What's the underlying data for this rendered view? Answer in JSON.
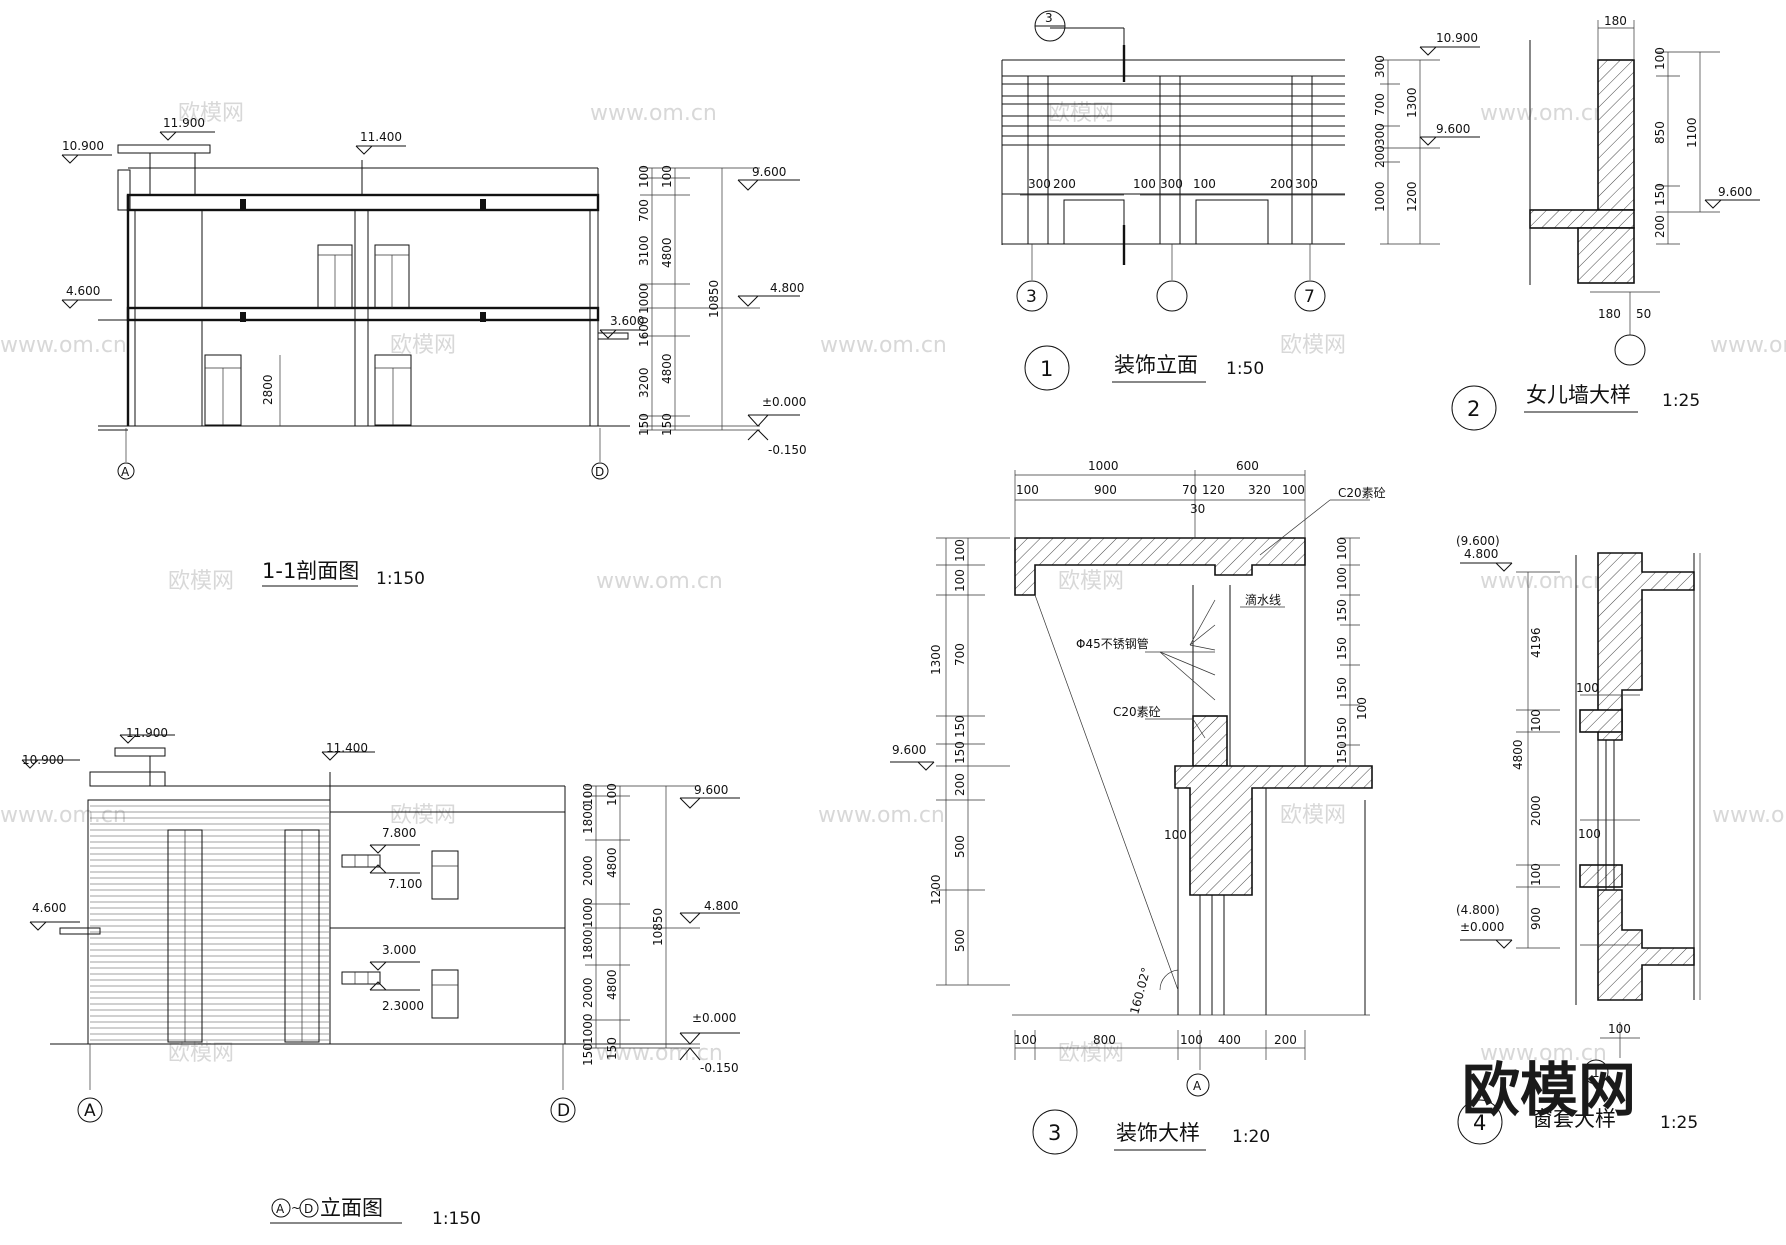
{
  "watermarks": {
    "logo_text": "欧模网",
    "url_text": "www.om.cn",
    "corner_logo": "欧模网"
  },
  "section_1_1": {
    "title": "1-1剖面图",
    "scale": "1:150",
    "elev_top": "11.900",
    "elev_left_top": "10.900",
    "elev_mid_top": "11.400",
    "elev_left_mid": "4.600",
    "elev_canopy": "3.600",
    "door_height": "2800",
    "axis_a": "A",
    "axis_d": "D",
    "dims_col1": [
      "100",
      "700",
      "3100",
      "1000",
      "1600",
      "3200",
      "150"
    ],
    "dims_col2": [
      "100",
      "4800",
      "4800",
      "150"
    ],
    "dims_total": "10850",
    "elev_right": [
      "9.600",
      "4.800",
      "±0.000",
      "-0.150"
    ]
  },
  "elevation_a_d": {
    "title_prefix_a": "A",
    "title_sep": "~",
    "title_prefix_d": "D",
    "title": "立面图",
    "scale": "1:150",
    "elev_top": "11.900",
    "elev_left_top": "10.900",
    "elev_mid_top": "11.400",
    "elev_left_mid": "4.600",
    "elev_win_upper_top": "7.800",
    "elev_win_upper_bottom": "7.100",
    "elev_win_lower_top": "3.000",
    "elev_win_lower_bottom": "2.3000",
    "axis_a": "A",
    "axis_d": "D",
    "dims_col1": [
      "100",
      "1800",
      "2000",
      "1000",
      "1800",
      "2000",
      "1000",
      "150"
    ],
    "dims_col2": [
      "100",
      "4800",
      "4800",
      "150"
    ],
    "dims_total": "10850",
    "elev_right": [
      "9.600",
      "4.800",
      "±0.000",
      "-0.150"
    ]
  },
  "detail_1": {
    "number": "1",
    "title": "装饰立面",
    "scale": "1:50",
    "ref_number": "3",
    "dims_bottom_left": [
      "300",
      "200"
    ],
    "dims_bottom_mid": [
      "100",
      "300",
      "100"
    ],
    "dims_bottom_right": [
      "200",
      "300"
    ],
    "dims_right_col1": [
      "300",
      "700",
      "300",
      "200",
      "1000"
    ],
    "dims_right_col2": [
      "1300",
      "1200"
    ],
    "elev": [
      "10.900",
      "9.600"
    ],
    "axes": [
      "3",
      "",
      "7"
    ]
  },
  "detail_2": {
    "number": "2",
    "title": "女儿墙大样",
    "scale": "1:25",
    "dim_top": "180",
    "dims_right_col1": [
      "100",
      "850",
      "150",
      "200"
    ],
    "dims_right_col2": [
      "1100"
    ],
    "elev": "9.600",
    "dims_bottom": [
      "180",
      "50"
    ]
  },
  "detail_3": {
    "number": "3",
    "title": "装饰大样",
    "scale": "1:20",
    "label_concrete_top": "C20素砼",
    "label_drip": "滴水线",
    "label_pipe": "Φ45不锈钢管",
    "label_concrete_mid": "C20素砼",
    "dims_top_total": [
      "1000",
      "600"
    ],
    "dims_top": [
      "100",
      "900",
      "70",
      "120",
      "320",
      "100"
    ],
    "dims_top_small": "30",
    "dims_left_outer": [
      "1300",
      "1200"
    ],
    "dims_left_inner": [
      "100",
      "100",
      "700",
      "150",
      "150",
      "200",
      "500",
      "500"
    ],
    "elev": "9.600",
    "dims_right": [
      "100",
      "100",
      "150",
      "150",
      "150",
      "100",
      "150",
      "150"
    ],
    "dim_inner": "100",
    "angle": "160.02°",
    "dims_bottom": [
      "100",
      "800",
      "100",
      "400",
      "200"
    ],
    "axis": "A"
  },
  "detail_4": {
    "number": "4",
    "title": "窗套大样",
    "scale": "1:25",
    "elev_top_paren": "(9.600)",
    "elev_top": "4.800",
    "elev_bottom_paren": "(4.800)",
    "elev_bottom": "±0.000",
    "dims_inner": [
      "4196",
      "100",
      "2000",
      "100",
      "900"
    ],
    "dims_outer": "4800",
    "dims_small": [
      "100",
      "100"
    ],
    "dim_bottom": "100",
    "axis": "1"
  }
}
